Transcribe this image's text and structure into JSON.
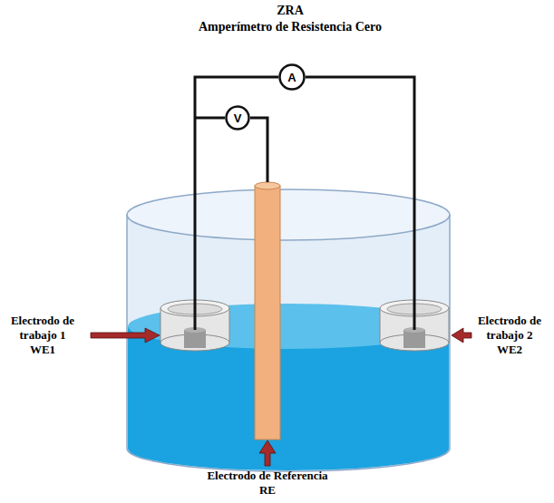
{
  "diagram": {
    "title": "ZRA",
    "nodes": [
      {
        "text": [
          "A"
        ]
      },
      {
        "text": [
          "V"
        ]
      }
    ],
    "labels": [
      "Amperímetro de Resistencia Cero",
      "Electrodo de trabajo 1 WE1",
      "Electrodo de trabajo 2 WE2",
      "Electrodo de Referencia RE"
    ]
  }
}
